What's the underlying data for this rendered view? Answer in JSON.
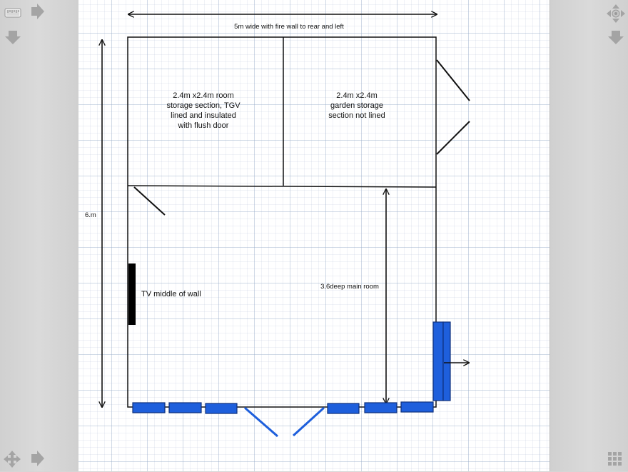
{
  "diagram": {
    "width_label": "5m wide with fire wall to rear and left",
    "height_label": "6.m",
    "room1_lines": [
      "2.4m x2.4m room",
      "storage section, TGV",
      "lined and insulated",
      "with flush door"
    ],
    "room2_lines": [
      "2.4m x2.4m",
      "garden storage",
      "section not lined"
    ],
    "main_depth_label": "3.6deep main room",
    "tv_label": "TV middle of wall"
  },
  "toolbar": {
    "top_left_icons": [
      "ruler-icon",
      "arrow-right-icon",
      "arrow-down-icon"
    ],
    "bottom_left_icons": [
      "move-icon",
      "arrow-right-icon"
    ],
    "top_right_icons": [
      "navigation-pad-icon",
      "arrow-down-icon"
    ],
    "bottom_right_icons": [
      "grid-icon"
    ]
  },
  "colors": {
    "window": "#1e5fdc",
    "window_stroke": "#0d2f7a",
    "door": "#1e5fdc",
    "wall": "#111111",
    "tv": "#000000"
  }
}
